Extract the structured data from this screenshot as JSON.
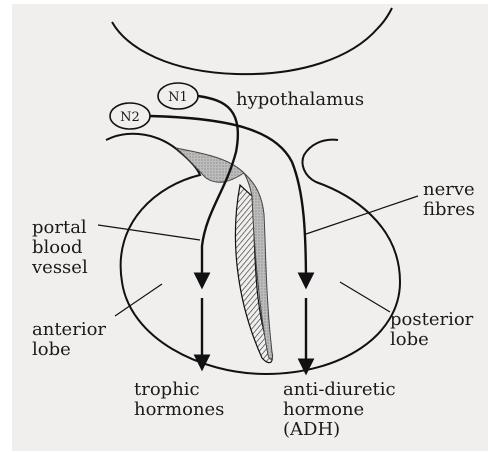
{
  "labels": {
    "n1": "N1",
    "n2": "N2",
    "hypothalamus": "hypothalamus",
    "nerve_fibres": [
      "nerve",
      "fibres"
    ],
    "portal_blood_vessel": [
      "portal",
      "blood",
      "vessel"
    ],
    "anterior_lobe": [
      "anterior",
      "lobe"
    ],
    "posterior_lobe": [
      "posterior",
      "lobe"
    ],
    "trophic_hormones": [
      "trophic",
      "hormones"
    ],
    "adh": [
      "anti-diuretic",
      "hormone",
      "(ADH)"
    ]
  }
}
